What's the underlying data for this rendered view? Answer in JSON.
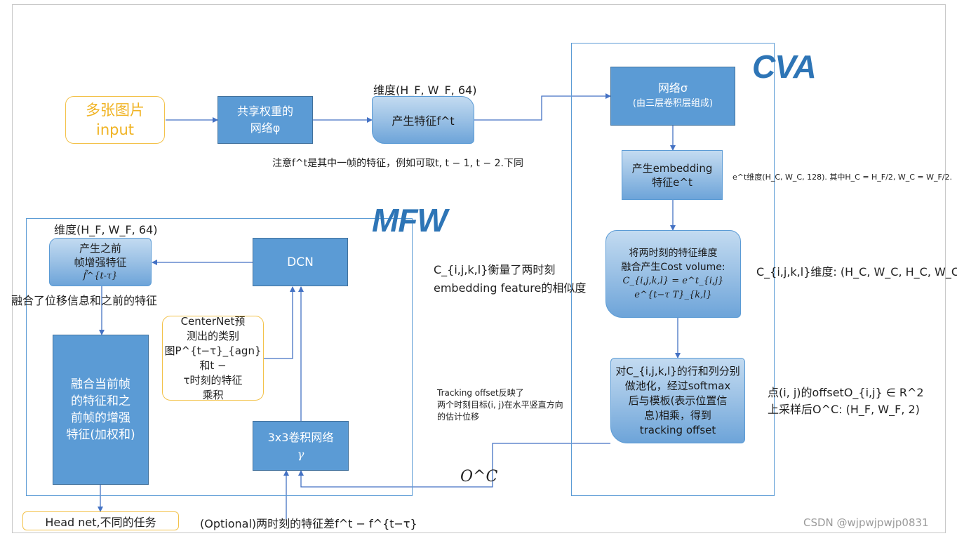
{
  "watermark": "CSDN @wjpwjpwjp0831",
  "regions": {
    "cva_title": "CVA",
    "mfw_title": "MFW"
  },
  "top_flow": {
    "input_line1": "多张图片",
    "input_line2": "input",
    "shared_net_line1": "共享权重的",
    "shared_net_line2": "网络φ",
    "feature_dim_label": "维度(H_F, W_F, 64)",
    "feature_box": "产生特征f^t",
    "feature_note": "注意f^t是其中一帧的特征，例如可取t, t − 1, t − 2.下同"
  },
  "cva": {
    "net_line1": "网络σ",
    "net_line2": "(由三层卷积层组成)",
    "embedding_line1": "产生embedding",
    "embedding_line2": "特征e^t",
    "embedding_note": "e^t维度(H_C, W_C, 128). 其中H_C = H_F/2, W_C = W_F/2.",
    "cost_line1": "将两时刻的特征维度",
    "cost_line2": "融合产生Cost volume:",
    "cost_formula": "C_{i,j,k,l} = e^t_{i,j} e^{t−τ T}_{k,l}",
    "cost_dim_note": "C_{i,j,k,l}维度: (H_C, W_C, H_C, W_C)",
    "similarity_line1": "C_{i,j,k,l}衡量了两时刻",
    "similarity_line2": "embedding feature的相似度",
    "pool_line1": "对C_{i,j,k,l}的行和列分别",
    "pool_line2": "做池化，经过softmax",
    "pool_line3": "后与模板(表示位置信",
    "pool_line4": "息)相乘，得到",
    "pool_line5": "tracking offset",
    "offset_note_line1": "点(i, j)的offsetO_{i,j} ∈ R^2",
    "offset_note_line2": "上采样后O^C: (H_F, W_F, 2)",
    "tracking_line1": "Tracking offset反映了",
    "tracking_line2": "两个时刻目标(i, j)在水平竖直方向",
    "tracking_line3": "的估计位移",
    "oc_label": "O^C"
  },
  "mfw": {
    "prev_dim_label": "维度(H_F, W_F, 64)",
    "prev_line1": "产生之前",
    "prev_line2": "帧增强特征",
    "prev_line3": "f̃^{t-τ}",
    "fused_note": "融合了位移信息和之前的特征",
    "dcn": "DCN",
    "centernet_line1": "CenterNet预",
    "centernet_line2": "测出的类别",
    "centernet_line3": "图P^{t−τ}_{agn}和t −",
    "centernet_line4": "τ时刻的特征",
    "centernet_line5": "乘积",
    "fuse_line1": "融合当前帧",
    "fuse_line2": "的特征和之",
    "fuse_line3": "前帧的增强",
    "fuse_line4": "特征(加权和)",
    "conv_line1": "3x3卷积网络",
    "conv_line2": "γ",
    "head_net": "Head net,不同的任务",
    "optional_note": "(Optional)两时刻的特征差f^t − f^{t−τ}"
  },
  "colors": {
    "box_fill": "#5b9bd5",
    "region_border": "#5b9bd5",
    "title_color": "#2e75b6",
    "note_border": "#f3c24a",
    "input_text": "#f0b323"
  }
}
